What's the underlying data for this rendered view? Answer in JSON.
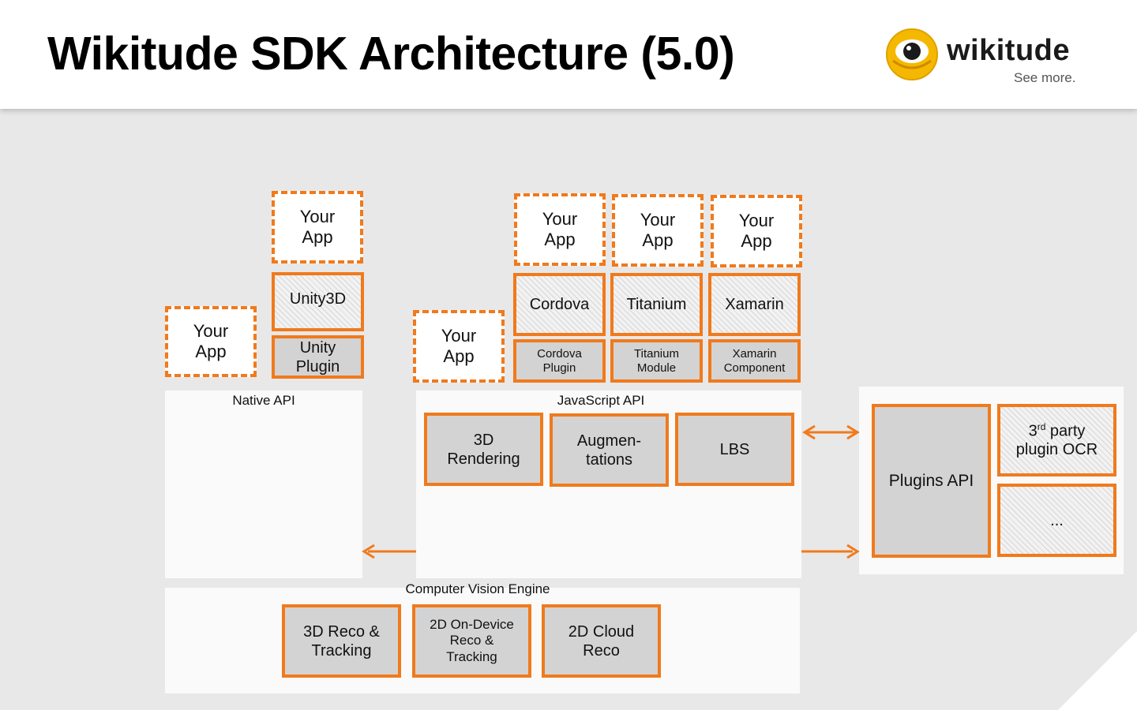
{
  "header": {
    "title": "Wikitude SDK Architecture (5.0)",
    "logo_word": "wikitude",
    "logo_tagline": "See more."
  },
  "panels": {
    "native_api": "Native API",
    "javascript_api": "JavaScript API",
    "cv_engine": "Computer Vision Engine"
  },
  "app_boxes": {
    "native": "Your\nApp",
    "unity": "Your\nApp",
    "javascript": "Your\nApp",
    "cordova": "Your\nApp",
    "titanium": "Your\nApp",
    "xamarin": "Your\nApp"
  },
  "frameworks": {
    "unity3d": "Unity3D",
    "unity_plugin": "Unity\nPlugin",
    "cordova": "Cordova",
    "cordova_plugin": "Cordova\nPlugin",
    "titanium": "Titanium",
    "titanium_module": "Titanium\nModule",
    "xamarin": "Xamarin",
    "xamarin_component": "Xamarin\nComponent"
  },
  "js_modules": {
    "rendering": "3D\nRendering",
    "augmentations": "Augmen-\ntations",
    "lbs": "LBS"
  },
  "plugins": {
    "api": "Plugins API",
    "ocr_sup": "rd",
    "ocr_line1_prefix": "3",
    "ocr_line1_suffix": " party",
    "ocr_line2": "plugin OCR",
    "more": "..."
  },
  "cv_modules": {
    "reco_3d": "3D Reco &\nTracking",
    "reco_2d_device": "2D On-Device\nReco &\nTracking",
    "reco_2d_cloud": "2D Cloud\nReco"
  },
  "colors": {
    "accent": "#f07a1c",
    "logo_yellow": "#f5b800",
    "box_fill": "#d3d3d3",
    "panel_fill": "#fafafa",
    "background": "#e8e8e8"
  }
}
